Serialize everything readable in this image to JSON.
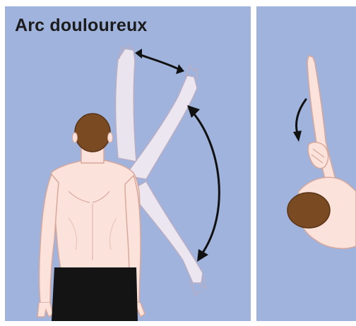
{
  "figure": {
    "title": "Arc douloureux"
  },
  "colors": {
    "background_panel": "#9fb3dc",
    "skin": "#fbe3db",
    "skin_outline": "#d8a89c",
    "ghost_arm": "#e9e4ee",
    "hair": "#7a4a22",
    "trousers": "#141414",
    "arrow": "#111111"
  },
  "icons": {
    "arrows": [
      "double-headed-arrow",
      "double-headed-arrow",
      "curved-arrow"
    ]
  }
}
